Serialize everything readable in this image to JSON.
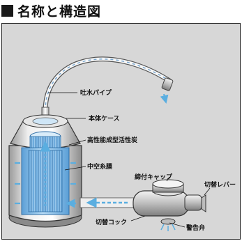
{
  "header": {
    "title": "名称と構造図"
  },
  "labels": {
    "spout_pipe": "吐水パイプ",
    "body_case": "本体ケース",
    "activated_carbon": "高性能成型活性炭",
    "hollow_fiber": "中空糸膜",
    "tightening_cap": "締付キャップ",
    "switch_lever": "切替レバー",
    "switch_cock": "切替コック",
    "warning_valve": "警告弁"
  },
  "colors": {
    "panel_bg": "#d7d7d7",
    "water_arrow": "#5aaee0",
    "cartridge_blue": "#7ab8e8",
    "outline": "#222222"
  }
}
